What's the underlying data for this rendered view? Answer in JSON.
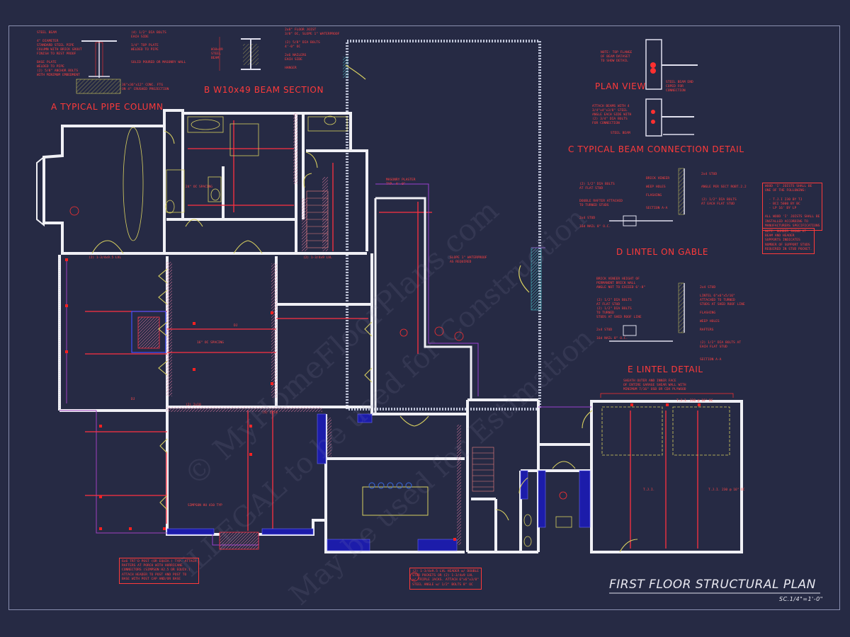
{
  "drawing": {
    "title": "FIRST FLOOR STRUCTURAL PLAN",
    "scale": "SC.1/4\"=1'-0\""
  },
  "details": {
    "pipe_column": "A TYPICAL PIPE COLUMN",
    "beam_section": "B W10x49 BEAM SECTION",
    "beam_connection": "C TYPICAL BEAM CONNECTION DETAIL",
    "lintel_gable": "D LINTEL ON GABLE",
    "lintel_detail": "E LINTEL DETAIL",
    "plan_view": "PLAN VIEW"
  },
  "notes": {
    "pipe_column_left": "STEEL BEAM\n\n4\" DIAMETER\nSTANDARD STEEL PIPE\nCOLUMN WITH BRICK GROUT\nFINISH TO REST PROOF\n\nBASE PLATE\nWELDED TO PIPE\n(2) 5/8\" ANCHOR BOLTS\nWITH MINIMUM EMBEDMENT",
    "pipe_column_right": "(4) 1/2\" DIA BOLTS\nEACH SIDE\n\n1/4\" TOP PLATE\nWELDED TO PIPE\n\n\nSOLID POURED OR MASONRY WALL",
    "pipe_column_footing": "36\"x36\"x12\" CONC. FTG\nON 4\" CRUSHED PROJECTION",
    "beam_section_left": "W10x49\nSTEEL\nBEAM",
    "beam_section_right": "2x8\" FLOOR JOIST\n3/8\" OC, SLOPE 1\" WATERPROOF\n\n(2) 5/8\" DIA BOLTS\n4'-0\" OC\n\n2x6 NAILERS\nEACH SIDE\n\nHANGER",
    "plan_view_note": "NOTE: TOP FLANGE\nOF BEAM DATASET\nTO SHOW DETAIL",
    "connection_note": "ATTACH BEAMS WITH 4\n3/4\"x4\"x3/8\" STEEL\nANGLE EACH SIDE WITH\n(2) 3/4\" DIA BOLTS\nFOR CONNECTION",
    "connection_note2": "STEEL BEAM END\nCOPED FOR\nCONNECTION",
    "connection_steel": "STEEL BEAM",
    "gable_left": "(2) 1/2\" DIA BOLTS\nAT FLAT STUD\n\n\nDOUBLE RAFTER ATTACHED\nTO TURNED STUDS\n\n\n2x4 STUD\n\n16d NAIL 8\" O.C.",
    "gable_right": "BRICK VENEER\n\nWEEP HOLES\n\nFLASHING\n\n\nSECTION A-A",
    "gable_right2": "2x4 STUD\n\n\nANGLE PER SECT ROBT.2.2\n\n\n(2) 1/2\" DIA BOLTS\nAT EACH FLAT STUD",
    "lintel_left": "BRICK VENEER HEIGHT OF\nPERMANENT BRICK WALL\nANGLE NOT TO EXCEED 6'-8\"\n\n\n(2) 1/2\" DIA BOLTS\nAT FLAT STUD\n(2) 1/2\" DIA BOLTS\nTO TURNED\nSTUDS AT SHED ROOF LINE\n\n\n2x4 STUD\n\n16d NAIL 8\" O.C.",
    "lintel_right": "2x4 STUD\n\nLINTEL 6\"x6\"x5/16\"\nATTACHED TO TURNED\nSTUDS AT SHED ROOF LINE\n\nFLASHING\n\nWEEP HOLES\n\nRAFTERS\n\n\n(2) 1/2\" DIA BOLTS AT\nEACH FLAT STUD\n\n\nSECTION A-A",
    "joist_box": "WOOD 'I' JOISTS SHALL BE\nONE OF THE FOLLOWING:\n\n  - T.J.I 230 BY TJ\n  - BCI 5000 BY BC\n  - LP 16' BY LP\n\nALL WOOD 'I' JOISTS SHALL BE\nINSTALLED ACCORDING TO\nMANUFACTURERS SPECIFICATIONS",
    "note_box": "NOTE: NUMBER SHOWN AT\nBEAM AND HEADER\nSUPPORTS INDICATES\nNUMBER OF SUPPORT STUDS\nREQUIRED IN STUD POCKET.",
    "sheath_note": "SHEATH OUTER AND INNER FACE\nOF ENTIRE GARAGE SHEAR WALL WITH\nMINIMUM 7/16\" OSB OR CDX PLYWOOD",
    "porch_note": "6x6 TRT'D POST (OR EQUIV.) TYP. ATTACH\nRAFTERS AT PORCH WITH HURRICANE\nCONNECTORS (SIMPSON H2.5 OR EQUIV.)\nATTACH HEADER TO POST AND POST TO\nBASE WITH POST CAP AND/OR BASE",
    "header_note": "(2) 1-3/4x9.5 LVL HEADER w/ DOUBLE\nSTUD POCKETS OR (2) 1-3/4x9 LVL\nw/ TRIPLE JACKS. ATTACH 6\"x6\"x3/8\"\nSTEEL ANGLE w/ 1/2\" BOLTS 8\" OC",
    "masonry": "MASONRY PLASTER\nTYP. 4'-0\"",
    "slope": "SLOPE 1\" WATERPROOF\nAS REQUIRED"
  },
  "room_labels": {
    "ovd": "(2) 1-3/4x9.5 LVL",
    "oc16": "16\" OC SPACING",
    "lvl1": "(2) 1-3/4x9 LVL",
    "lvl2": "(2) 2x10",
    "lvl3": "(3) 2x10",
    "dj": "DJ",
    "oc24": "24\" OC SPACING",
    "simpson": "SIMPSON\nHU 410 TYP",
    "tj1": "T.J.I.",
    "tj2": "T.J.I. 230 @ 16\" OC",
    "tj3": "T.J.I. 230 @ 16\" OC"
  },
  "watermark": {
    "line1": "© MyHomeFloorPlans.com",
    "line2": "ILLEGAL to be used for Construction",
    "line3": "May be used for Estimation"
  }
}
